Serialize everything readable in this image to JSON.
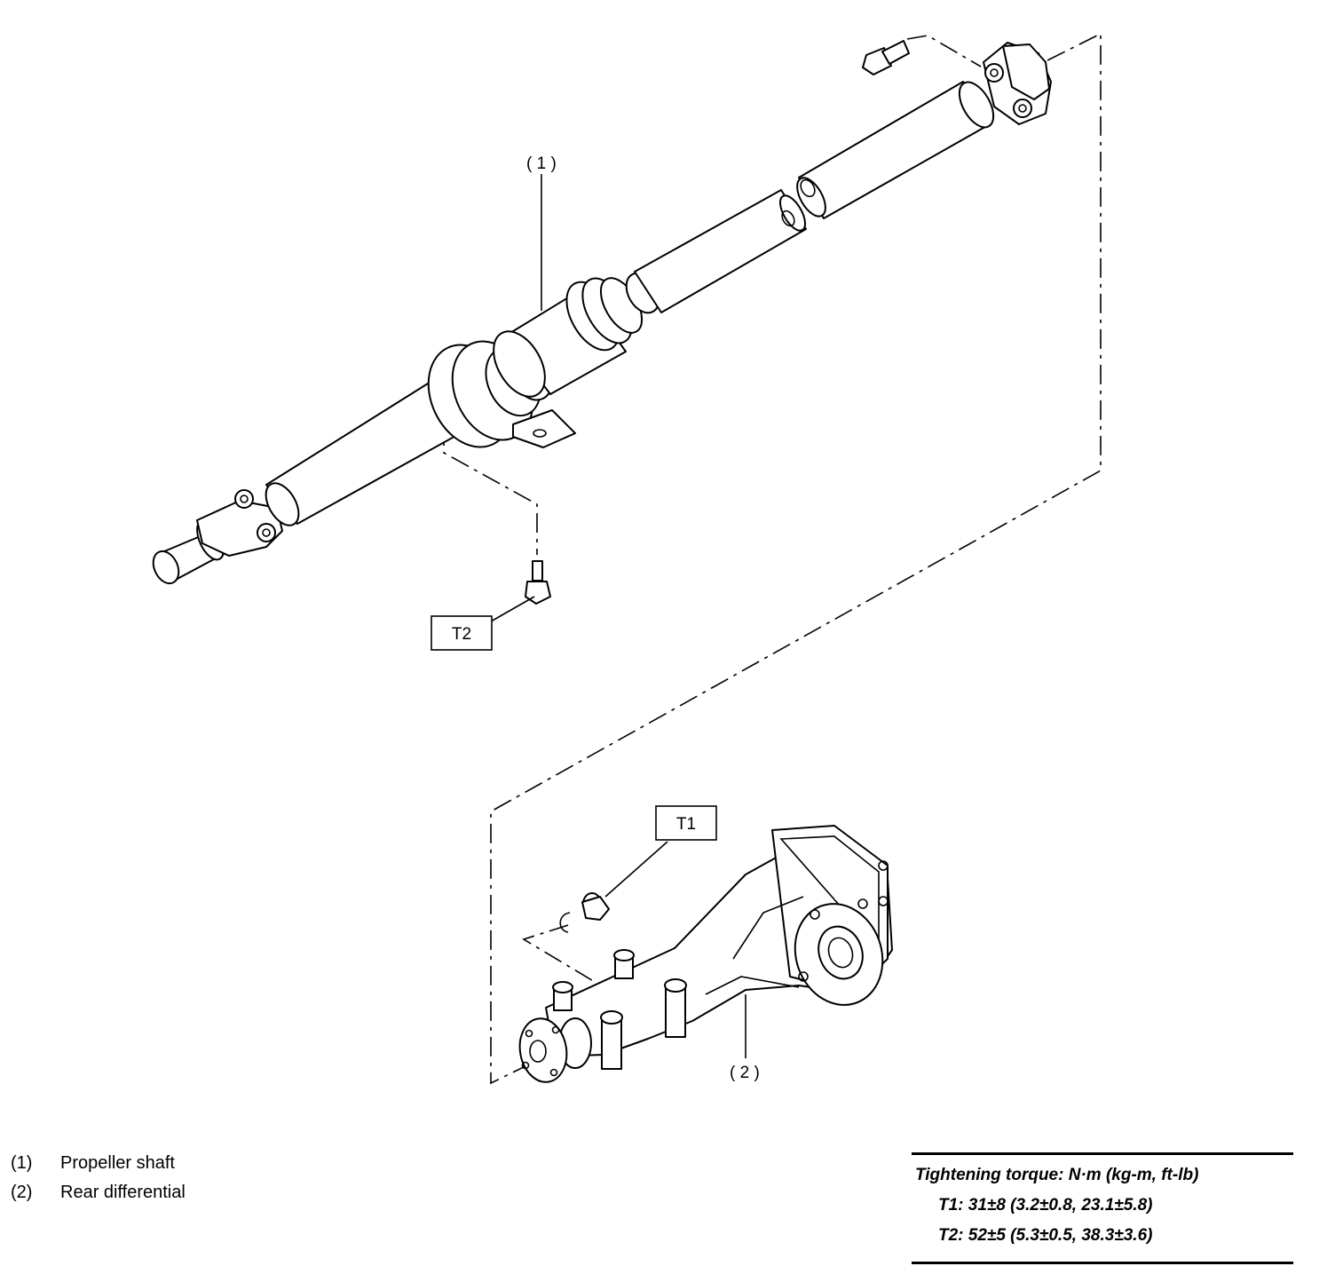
{
  "diagram": {
    "callouts": [
      {
        "id": "1",
        "text": "( 1 )"
      },
      {
        "id": "2",
        "text": "( 2 )"
      }
    ],
    "torque_tags": [
      {
        "id": "T1",
        "text": "T1"
      },
      {
        "id": "T2",
        "text": "T2"
      }
    ]
  },
  "legend": [
    {
      "num": "(1)",
      "label": "Propeller shaft"
    },
    {
      "num": "(2)",
      "label": "Rear differential"
    }
  ],
  "torque_table": {
    "title": "Tightening torque: N·m (kg-m, ft-lb)",
    "lines": [
      "T1: 31±8 (3.2±0.8, 23.1±5.8)",
      "T2: 52±5 (5.3±0.5, 38.3±3.6)"
    ]
  }
}
